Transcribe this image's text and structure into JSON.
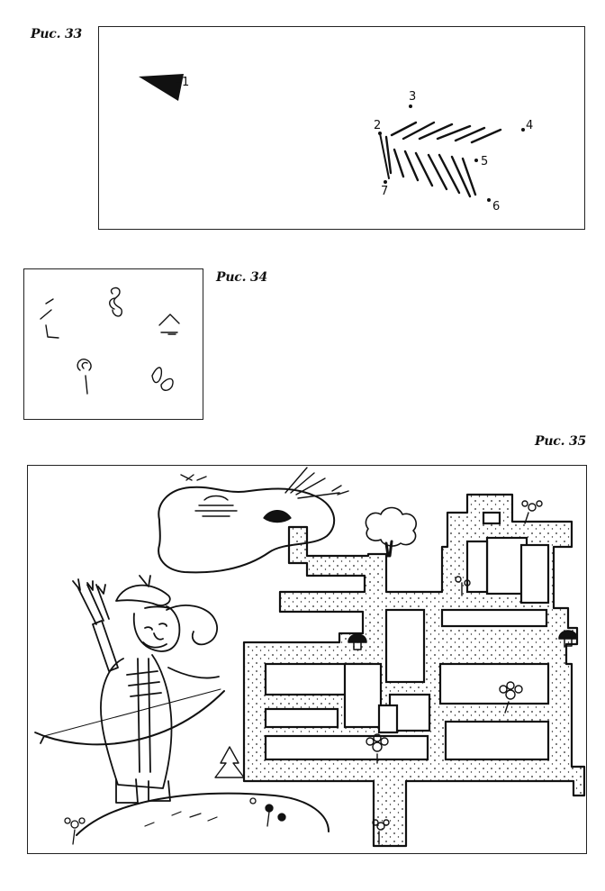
{
  "figures": {
    "fig33": {
      "caption": "Рис. 33",
      "points": [
        "1",
        "2",
        "3",
        "4",
        "5",
        "6",
        "7"
      ]
    },
    "fig34": {
      "caption": "Рис. 34"
    },
    "fig35": {
      "caption": "Рис. 35"
    }
  },
  "colors": {
    "ink": "#111111",
    "paper": "#ffffff"
  }
}
